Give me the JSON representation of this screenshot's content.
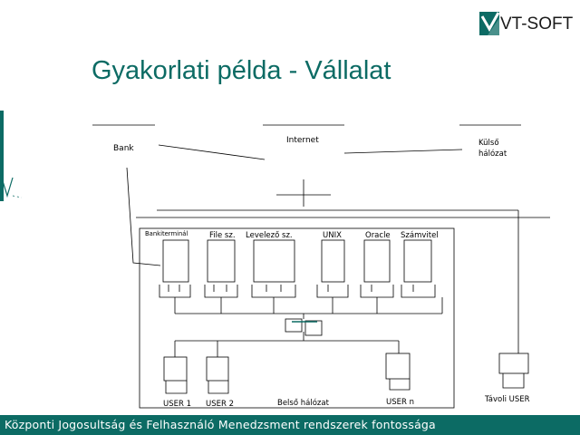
{
  "header": {
    "logo_text": "VT-SOFT",
    "title": "Gyakorlati példa - Vállalat"
  },
  "diagram": {
    "external": {
      "bank": "Bank",
      "internet": "Internet",
      "external_network_line1": "Külső",
      "external_network_line2": "hálózat"
    },
    "servers": {
      "bank_terminal": "Bankiterminál",
      "file_server": "File sz.",
      "mail_server": "Levelező sz.",
      "unix": "UNIX",
      "oracle": "Oracle",
      "accounting": "Számvitel"
    },
    "users": {
      "user1": "USER 1",
      "user2": "USER 2",
      "user_n": "USER n",
      "internal_network": "Belső hálózat",
      "remote_user": "Távoli USER"
    }
  },
  "footer": {
    "text": "Központi Jogosultság és Felhasználó Menedzsment rendszerek fontossága"
  },
  "colors": {
    "accent": "#0c6b64",
    "line": "#000000"
  }
}
